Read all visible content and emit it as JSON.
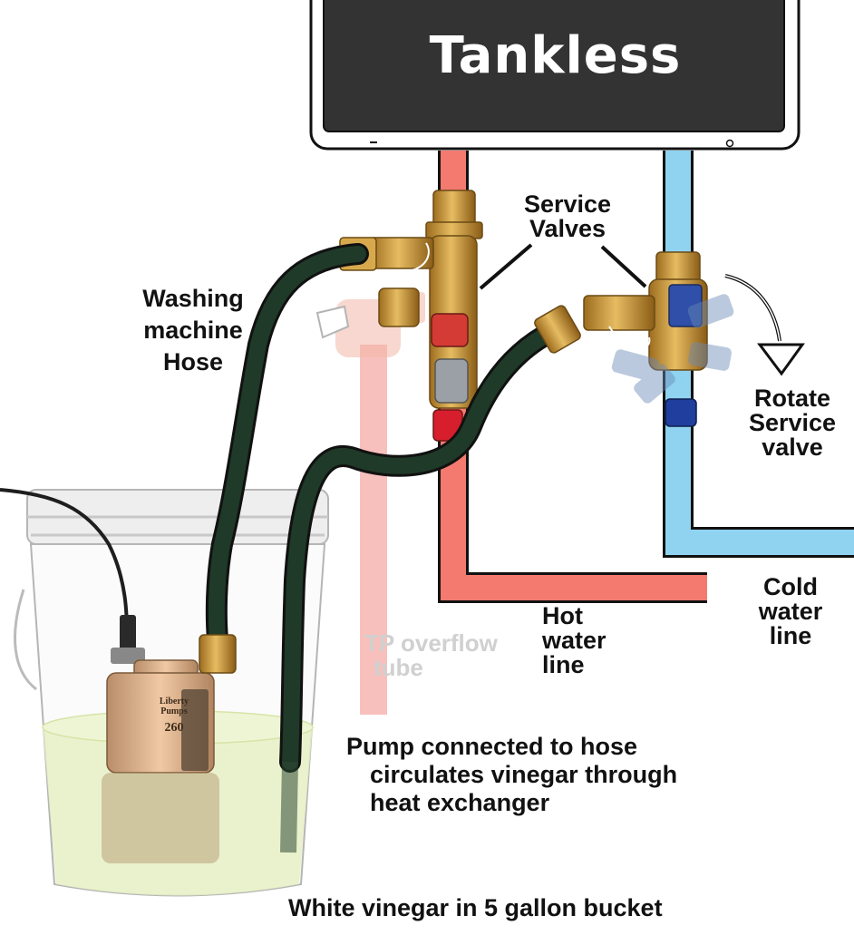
{
  "unit": {
    "title": "Tankless"
  },
  "labels": {
    "service_valves": [
      "Service",
      "Valves"
    ],
    "washing_machine_hose": [
      "Washing",
      "machine",
      "Hose"
    ],
    "rotate_service_valve": [
      "Rotate",
      "Service",
      "valve"
    ],
    "cold_water_line": [
      "Cold",
      "water",
      "line"
    ],
    "hot_water_line": [
      "Hot",
      "water",
      "line"
    ],
    "tp_overflow_tube": [
      "TP overflow",
      "tube"
    ],
    "pump_description": [
      "Pump connected to hose",
      "circulates vinegar through",
      "heat exchanger"
    ],
    "bucket_caption": "White vinegar in 5 gallon bucket"
  },
  "pump": {
    "brand_lines": [
      "Liberty",
      "Pumps"
    ],
    "model": "260"
  },
  "colors": {
    "hot_line": "#f47a70",
    "cold_line": "#8fd3f0",
    "tp_tube": "#f8c0bc",
    "hose": "#1f3a28",
    "brass": "#c9963c",
    "unit_panel": "#333333",
    "vinegar": "#e6f0c4"
  }
}
